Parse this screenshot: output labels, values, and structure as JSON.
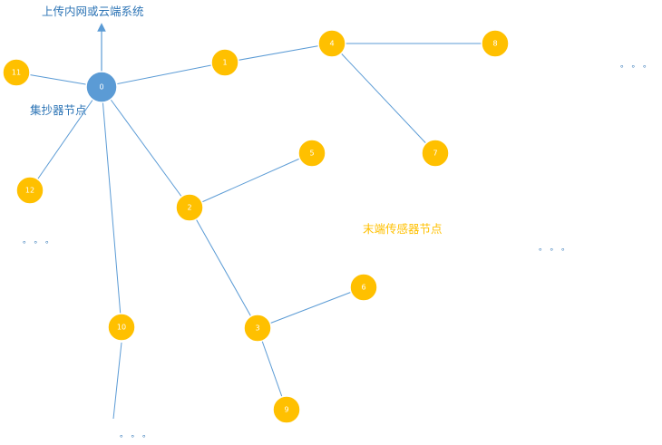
{
  "labels": {
    "upload": "上传内网或云端系统",
    "collector": "集抄器节点",
    "terminal": "末端传感器节点"
  },
  "ellipsis": "。。。",
  "colors": {
    "collector_fill": "#5b9bd5",
    "sensor_fill": "#ffc000",
    "node_stroke": "#ffffff",
    "line": "#5b9bd5",
    "label_blue": "#2e75b6",
    "label_gold": "#ffc000"
  },
  "nodes": [
    {
      "id": "0",
      "label": "0",
      "type": "collector"
    },
    {
      "id": "1",
      "label": "1",
      "type": "sensor"
    },
    {
      "id": "2",
      "label": "2",
      "type": "sensor"
    },
    {
      "id": "3",
      "label": "3",
      "type": "sensor"
    },
    {
      "id": "4",
      "label": "4",
      "type": "sensor"
    },
    {
      "id": "5",
      "label": "5",
      "type": "sensor"
    },
    {
      "id": "6",
      "label": "6",
      "type": "sensor"
    },
    {
      "id": "7",
      "label": "7",
      "type": "sensor"
    },
    {
      "id": "8",
      "label": "8",
      "type": "sensor"
    },
    {
      "id": "9",
      "label": "9",
      "type": "sensor"
    },
    {
      "id": "10",
      "label": "10",
      "type": "sensor"
    },
    {
      "id": "11",
      "label": "11",
      "type": "sensor"
    },
    {
      "id": "12",
      "label": "12",
      "type": "sensor"
    }
  ],
  "edges": [
    [
      "0",
      "11"
    ],
    [
      "0",
      "1"
    ],
    [
      "1",
      "4"
    ],
    [
      "4",
      "8"
    ],
    [
      "4",
      "7"
    ],
    [
      "0",
      "12"
    ],
    [
      "0",
      "2"
    ],
    [
      "2",
      "5"
    ],
    [
      "2",
      "3"
    ],
    [
      "3",
      "6"
    ],
    [
      "3",
      "9"
    ],
    [
      "0",
      "10"
    ]
  ]
}
